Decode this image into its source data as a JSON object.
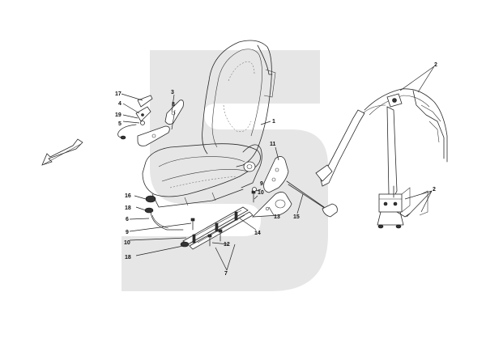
{
  "watermark_color": "#e6e6e6",
  "callouts": [
    {
      "id": "c1",
      "label": "1"
    },
    {
      "id": "c2a",
      "label": "2"
    },
    {
      "id": "c2b",
      "label": "2"
    },
    {
      "id": "c3",
      "label": "3"
    },
    {
      "id": "c4",
      "label": "4"
    },
    {
      "id": "c5",
      "label": "5"
    },
    {
      "id": "c6",
      "label": "6"
    },
    {
      "id": "c7",
      "label": "7"
    },
    {
      "id": "c8",
      "label": "8"
    },
    {
      "id": "c9a",
      "label": "9"
    },
    {
      "id": "c9b",
      "label": "9"
    },
    {
      "id": "c10a",
      "label": "10"
    },
    {
      "id": "c10b",
      "label": "10"
    },
    {
      "id": "c11",
      "label": "11"
    },
    {
      "id": "c12",
      "label": "12"
    },
    {
      "id": "c13",
      "label": "13"
    },
    {
      "id": "c14",
      "label": "14"
    },
    {
      "id": "c15",
      "label": "15"
    },
    {
      "id": "c16",
      "label": "16"
    },
    {
      "id": "c17",
      "label": "17"
    },
    {
      "id": "c18a",
      "label": "18"
    },
    {
      "id": "c18b",
      "label": "18"
    },
    {
      "id": "c19",
      "label": "19"
    }
  ]
}
